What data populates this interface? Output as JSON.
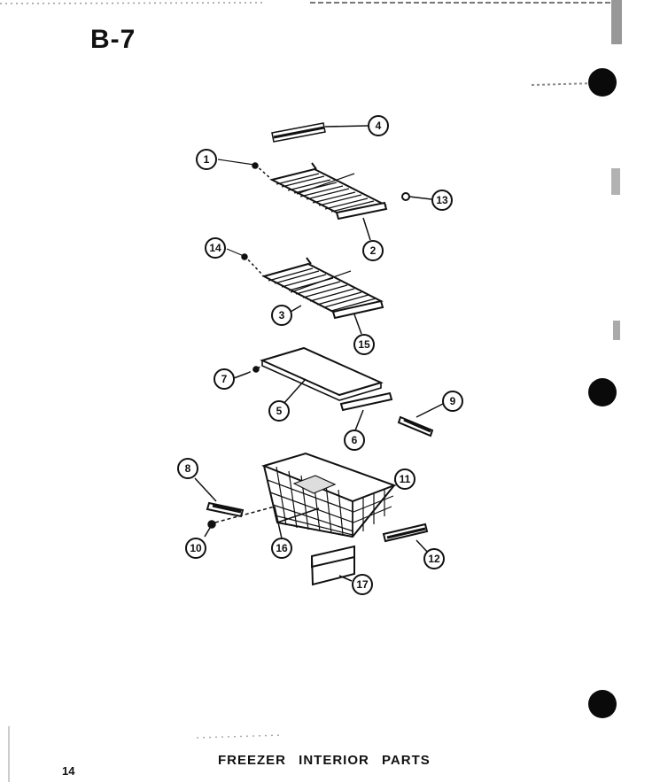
{
  "page": {
    "title": "B-7",
    "number": "14",
    "caption": "FREEZER INTERIOR PARTS"
  },
  "callouts": [
    "1",
    "2",
    "3",
    "4",
    "5",
    "6",
    "7",
    "8",
    "9",
    "10",
    "11",
    "12",
    "13",
    "14",
    "15",
    "16",
    "17"
  ],
  "colors": {
    "ink": "#111111",
    "paper": "#ffffff"
  }
}
